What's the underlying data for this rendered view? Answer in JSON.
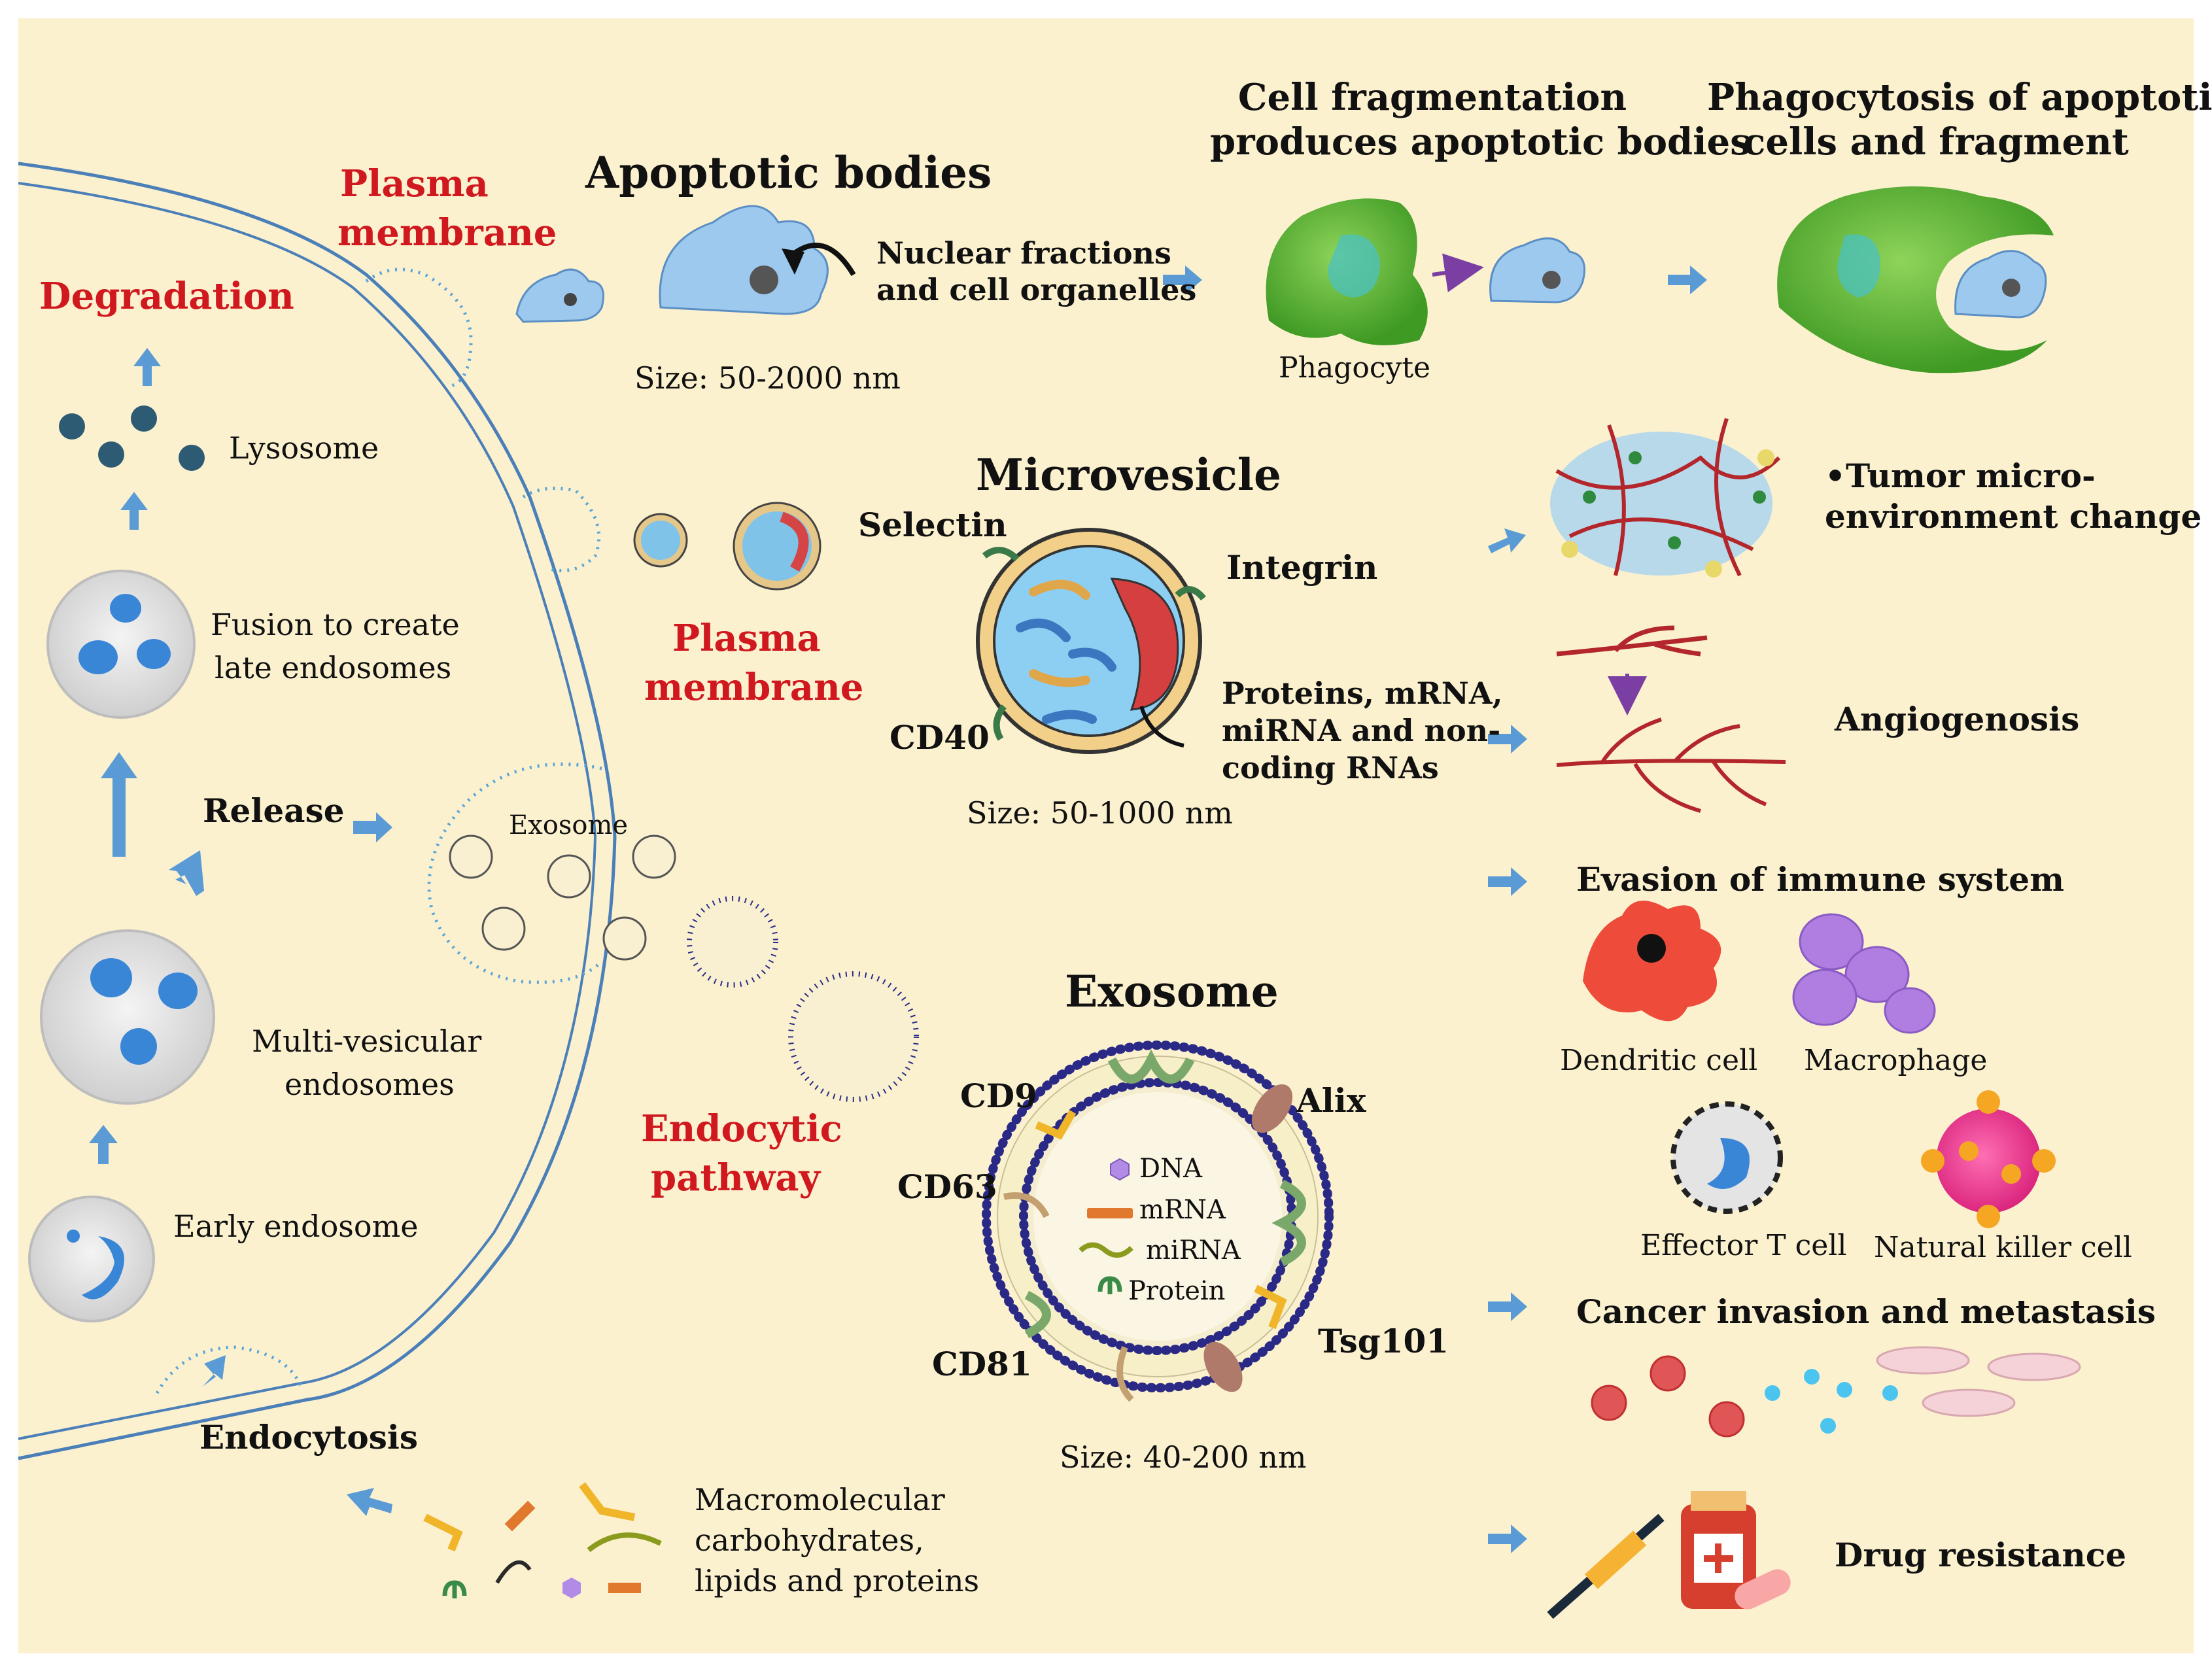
{
  "colors": {
    "background": "#fbf1cf",
    "accent_red": "#d0191f",
    "arrow_blue": "#5b9bd5",
    "phagocyte_green": "#5ab030",
    "vesicle_blue": "#9ec9ef",
    "membrane_purple": "#2a2a86",
    "vessel_red": "#b3262b",
    "dendritic_red": "#ee4b3a",
    "macrophage_purple": "#b07ee0",
    "nk_pink": "#e8338e"
  },
  "left_panel": {
    "degradation": "Degradation",
    "lysosome": "Lysosome",
    "fusion": [
      "Fusion to create",
      "late endosomes"
    ],
    "release": "Release",
    "mve": [
      "Multi-vesicular",
      "endosomes"
    ],
    "early_endosome": "Early endosome",
    "endocytosis": "Endocytosis",
    "plasma_membrane_top": [
      "Plasma",
      "membrane"
    ],
    "plasma_membrane_mid": [
      "Plasma",
      "membrane"
    ],
    "endocytic_pathway": [
      "Endocytic",
      "pathway"
    ],
    "exosome_small": "Exosome",
    "macromolecules": [
      "Macromolecular",
      "carbohydrates,",
      "lipids and proteins"
    ]
  },
  "apoptotic": {
    "title": "Apoptotic bodies",
    "nuclear": [
      "Nuclear fractions",
      "and cell organelles"
    ],
    "size": "Size: 50-2000 nm",
    "fragmentation": [
      "Cell fragmentation",
      "produces apoptotic bodies"
    ],
    "phagocytosis": [
      "Phagocytosis of apoptotic",
      "cells and fragment"
    ],
    "phagocyte": "Phagocyte"
  },
  "microvesicle": {
    "title": "Microvesicle",
    "selectin": "Selectin",
    "integrin": "Integrin",
    "cd40": "CD40",
    "cargo": [
      "Proteins, mRNA,",
      "miRNA and non-",
      "coding RNAs"
    ],
    "size": "Size: 50-1000 nm"
  },
  "exosome": {
    "title": "Exosome",
    "cd9": "CD9",
    "alix": "Alix",
    "cd63": "CD63",
    "tsg101": "Tsg101",
    "cd81": "CD81",
    "legend": {
      "dna": "DNA",
      "mrna": "mRNA",
      "mirna": "miRNA",
      "protein": "Protein"
    },
    "size": "Size: 40-200 nm"
  },
  "effects": {
    "tumor": [
      "•Tumor micro-",
      "environment change"
    ],
    "angiogenesis": "Angiogenosis",
    "evasion": "Evasion of immune system",
    "dendritic": "Dendritic cell",
    "macrophage": "Macrophage",
    "effector": "Effector T cell",
    "nk": "Natural killer cell",
    "cancer": "Cancer invasion and metastasis",
    "drug": "Drug resistance"
  }
}
